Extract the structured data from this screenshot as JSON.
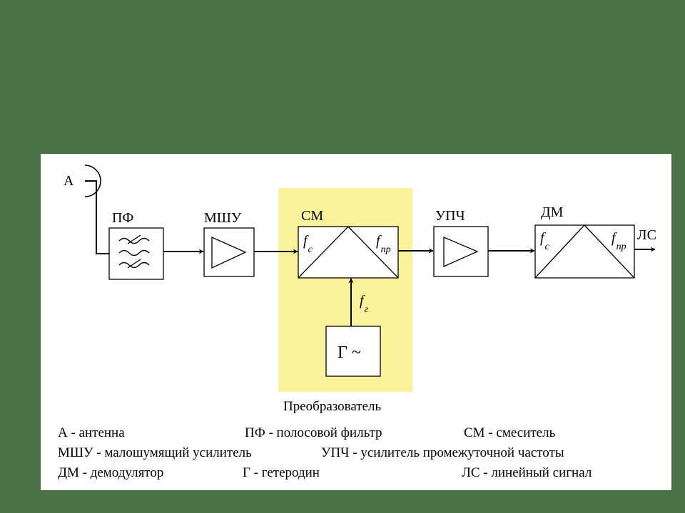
{
  "diagram": {
    "antenna": "А",
    "blocks": {
      "bandpass": "ПФ",
      "lna": "МШУ",
      "mixer": "СМ",
      "if_amp": "УПЧ",
      "demod": "ДМ",
      "oscillator": "Г ~"
    },
    "freq_labels": {
      "f": "f",
      "c": "c",
      "pr": "пр",
      "g": "г"
    },
    "output": "ЛС",
    "converter_label": "Преобразователь",
    "highlight_color": "#fbf39a"
  },
  "legend": {
    "row1": [
      "А - антенна",
      "ПФ - полосовой фильтр",
      "СМ - смеситель"
    ],
    "row2": [
      "МШУ - малошумящий усилитель",
      "УПЧ - усилитель промежуточной частоты"
    ],
    "row3": [
      "ДМ - демодулятор",
      "Г - гетеродин",
      "ЛС - линейный сигнал"
    ]
  }
}
